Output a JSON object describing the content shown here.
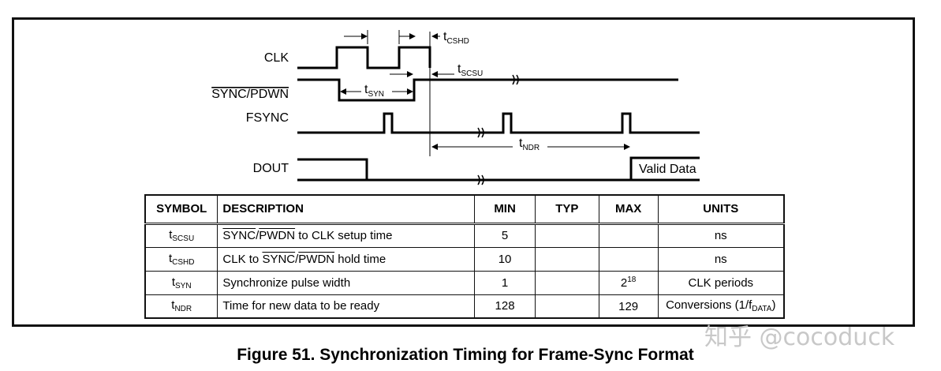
{
  "signals": {
    "clk": "CLK",
    "sync_pdwn": "SYNC/PDWN",
    "fsync": "FSYNC",
    "dout": "DOUT",
    "valid_data": "Valid Data"
  },
  "timing_labels": {
    "t": "t",
    "cshd": "CSHD",
    "scsu": "SCSU",
    "syn": "SYN",
    "ndr": "NDR"
  },
  "table": {
    "headers": [
      "SYMBOL",
      "DESCRIPTION",
      "MIN",
      "TYP",
      "MAX",
      "UNITS"
    ],
    "rows": [
      {
        "symbol_t": "t",
        "symbol_sub": "SCSU",
        "desc_pre": "",
        "desc_ov1": "SYNC",
        "desc_slash": "/",
        "desc_ov2": "PWDN",
        "desc_post": " to CLK setup time",
        "min": "5",
        "typ": "",
        "max_base": "",
        "max_sup": "",
        "units": "ns"
      },
      {
        "symbol_t": "t",
        "symbol_sub": "CSHD",
        "desc_pre": "CLK to ",
        "desc_ov1": "SYNC",
        "desc_slash": "/",
        "desc_ov2": "PWDN",
        "desc_post": " hold time",
        "min": "10",
        "typ": "",
        "max_base": "",
        "max_sup": "",
        "units": "ns"
      },
      {
        "symbol_t": "t",
        "symbol_sub": "SYN",
        "desc_pre": "Synchronize pulse width",
        "desc_ov1": "",
        "desc_slash": "",
        "desc_ov2": "",
        "desc_post": "",
        "min": "1",
        "typ": "",
        "max_base": "2",
        "max_sup": "18",
        "units": "CLK periods"
      },
      {
        "symbol_t": "t",
        "symbol_sub": "NDR",
        "desc_pre": "Time for new data to be ready",
        "desc_ov1": "",
        "desc_slash": "",
        "desc_ov2": "",
        "desc_post": "",
        "min": "128",
        "typ": "",
        "max_base": "129",
        "max_sup": "",
        "units": "Conversions (1/f",
        "units_sub": "DATA",
        "units_post": ")"
      }
    ]
  },
  "caption": "Figure 51. Synchronization Timing for Frame-Sync Format",
  "watermark": "知乎 @cocoduck"
}
